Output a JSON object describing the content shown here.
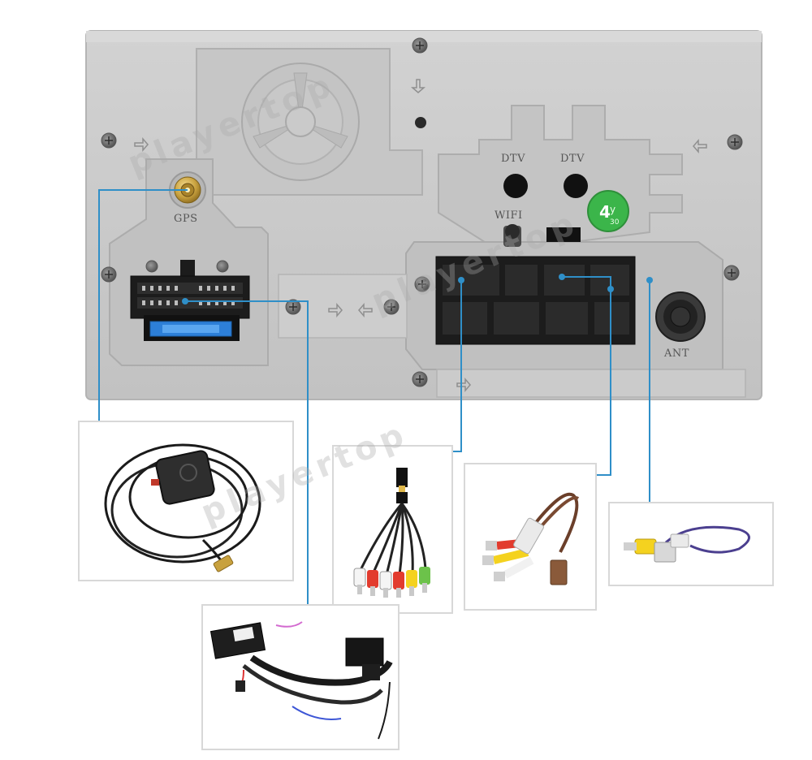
{
  "panel_labels": {
    "gps": "GPS",
    "dtv_left": "DTV",
    "dtv_right": "DTV",
    "wifi": "WIFI",
    "ant": "ANT"
  },
  "watermark_text": "playertop",
  "colors": {
    "panel": "#c9c9c9",
    "leader_line": "#2f8fc8",
    "connector_black": "#1c1c1c",
    "fuse_blue": "#2d7fd8"
  },
  "accessories": [
    {
      "name": "gps-antenna"
    },
    {
      "name": "rca-av-cable"
    },
    {
      "name": "rca-video-cable"
    },
    {
      "name": "camera-input-cable"
    },
    {
      "name": "canbus-harness"
    }
  ]
}
